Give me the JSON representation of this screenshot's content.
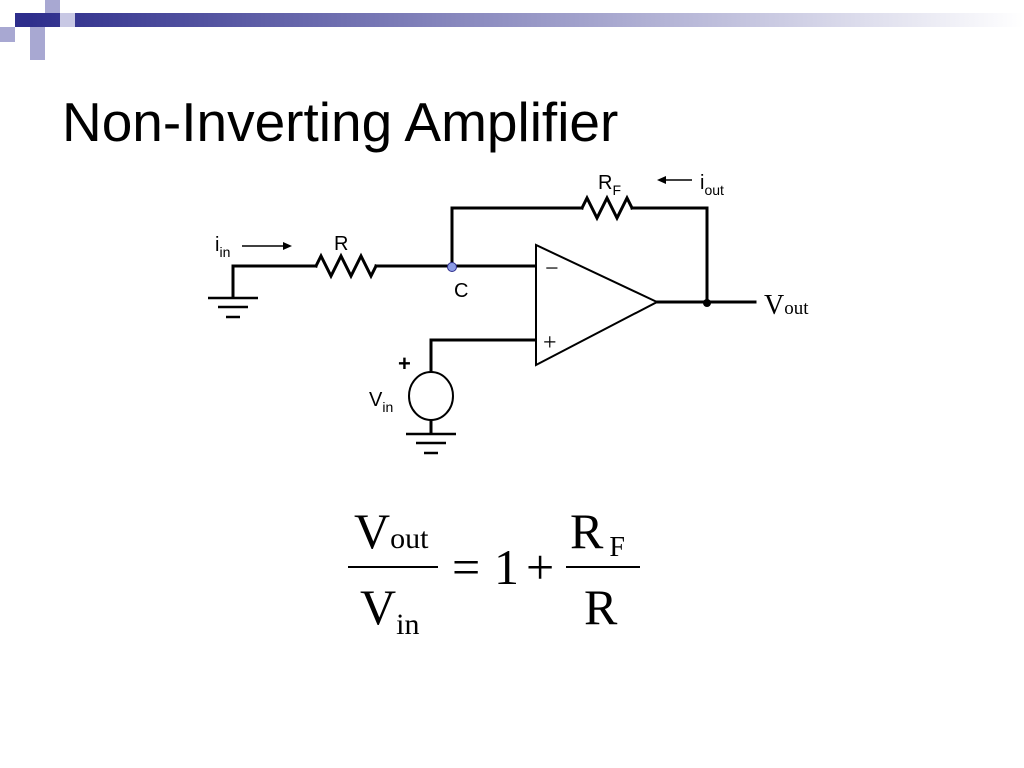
{
  "slide": {
    "title": "Non-Inverting Amplifier"
  },
  "colors": {
    "accent": "#2E2E8C",
    "accent_light": "#A8A8D2",
    "node_c": "#8C9CE6",
    "wire": "#000000"
  },
  "circuit": {
    "resistor_in": {
      "label": "R"
    },
    "resistor_feedback": {
      "label": "R",
      "subscript": "F"
    },
    "current_in": {
      "label": "i",
      "subscript": "in"
    },
    "current_out": {
      "label": "i",
      "subscript": "out"
    },
    "node": {
      "label": "C"
    },
    "opamp": {
      "minus_label": "−",
      "plus_label": "+"
    },
    "source": {
      "label": "V",
      "subscript": "in",
      "polarity": "+"
    },
    "output": {
      "label": "V",
      "subscript": "out"
    }
  },
  "formula": {
    "lhs_num": {
      "label": "V",
      "subscript": "out"
    },
    "lhs_den": {
      "label": "V",
      "subscript": "in"
    },
    "equals": "=",
    "one": "1",
    "plus": "+",
    "rhs_num": {
      "label": "R",
      "subscript": "F"
    },
    "rhs_den": {
      "label": "R"
    }
  }
}
